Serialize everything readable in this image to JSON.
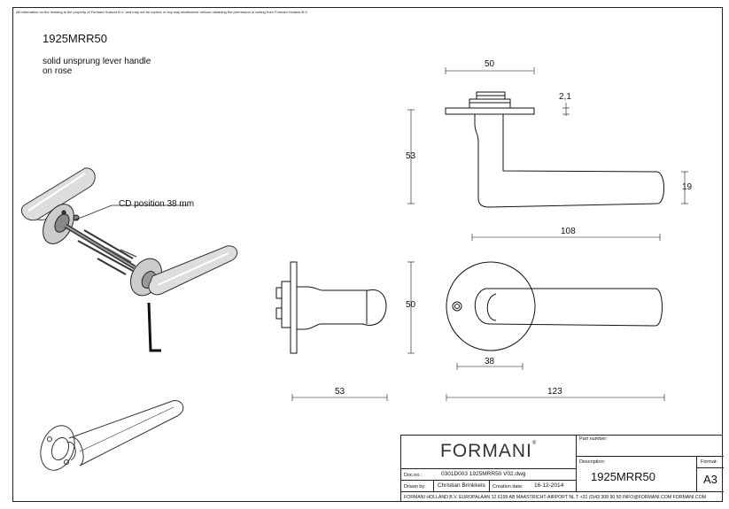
{
  "disclaimer": "All information on the drawing is the property of Formani Holland B.V. and may not be copied, in any way whatsoever without obtaining the permission in writing from Formani Holland B.V.",
  "product_code": "1925MRR50",
  "description": "solid unsprung lever handle\non rose",
  "callout": "CD position 38 mm",
  "dimensions": {
    "rose_width_top": "50",
    "rose_thickness": "2,1",
    "height_top": "53",
    "lever_height": "19",
    "lever_length": "108",
    "side_height": "50",
    "side_depth": "53",
    "cd_position": "38",
    "total_length": "123"
  },
  "title_block": {
    "logo": "FORMANI",
    "logo_mark": "®",
    "part_number_label": "Part number:",
    "description_label": "Description:",
    "description_value": "1925MRR50",
    "format_label": "Format:",
    "format_value": "A3",
    "doc_no_label": "Doc.no.:",
    "doc_no_value": "0301D003 1925MRR50 V02.dwg",
    "drawn_by_label": "Drawn by:",
    "drawn_by_value": "Christian Brinkkels",
    "creation_date_label": "Creation date:",
    "creation_date_value": "16-12-2014",
    "footer": "FORMANI HOLLAND B.V.  EUROPALAAN 12  6199 AB MAASTRICHT-AIRPORT NL  T +31 (0)43 308 90 50 INFO@FORMANI.COM FORMANI.COM"
  }
}
